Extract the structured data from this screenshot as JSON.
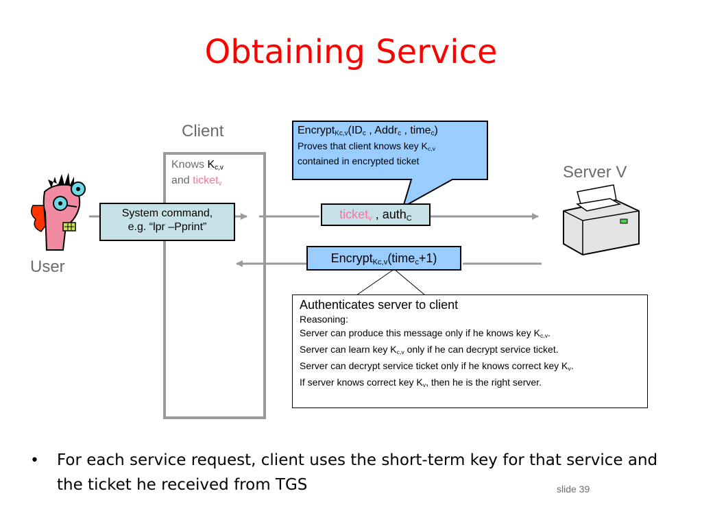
{
  "title": "Obtaining Service",
  "labels": {
    "client": "Client",
    "server": "Server V",
    "user": "User"
  },
  "knows": {
    "line1_prefix": "Knows ",
    "key": "K",
    "key_sub": "c,v",
    "line2_prefix": "and ",
    "ticket": "ticket",
    "ticket_sub": "v"
  },
  "system_command": {
    "line1": "System command,",
    "line2": "e.g. “lpr –Pprint”"
  },
  "message_to_server": {
    "ticket": "ticket",
    "ticket_sub": "v",
    "sep": " , auth",
    "auth_sub": "C"
  },
  "callout": {
    "enc": "Encrypt",
    "enc_sub": "Kc,v",
    "args_a": "(ID",
    "sub_c1": "c",
    "args_b": " , Addr",
    "sub_c2": "c",
    "args_c": " , time",
    "sub_c3": "c",
    "args_d": ")",
    "line2_a": "Proves that client knows key K",
    "line2_sub": "c,v",
    "line3": "contained in encrypted ticket"
  },
  "message_to_client": {
    "enc": "Encrypt",
    "enc_sub": "Kc,v",
    "args_a": "(time",
    "sub": "c",
    "args_b": "+1)"
  },
  "auth_box": {
    "heading": "Authenticates server to client",
    "reasoning": "Reasoning:",
    "l1_a": "Server can produce this message  only if he knows key K",
    "l1_sub": "c,v",
    "l1_b": ".",
    "l2_a": "Server can learn key K",
    "l2_sub": "c,v",
    "l2_b": " only if he can decrypt service ticket.",
    "l3_a": "Server can decrypt service ticket only if he knows correct key K",
    "l3_sub": "v",
    "l3_b": ".",
    "l4_a": "If server knows correct key K",
    "l4_sub": "v",
    "l4_b": ", then he is the right server."
  },
  "bullet": {
    "marker": "•",
    "text": "For each service request, client uses the short-term key for that service and the ticket he received from TGS"
  },
  "slide_number": "slide 39",
  "colors": {
    "title": "#ff0000",
    "callout_fill": "#99ccff",
    "command_fill": "#c6e2e6",
    "ticket_pink": "#ff6fa0",
    "arrow_gray": "#9a9a9a"
  }
}
